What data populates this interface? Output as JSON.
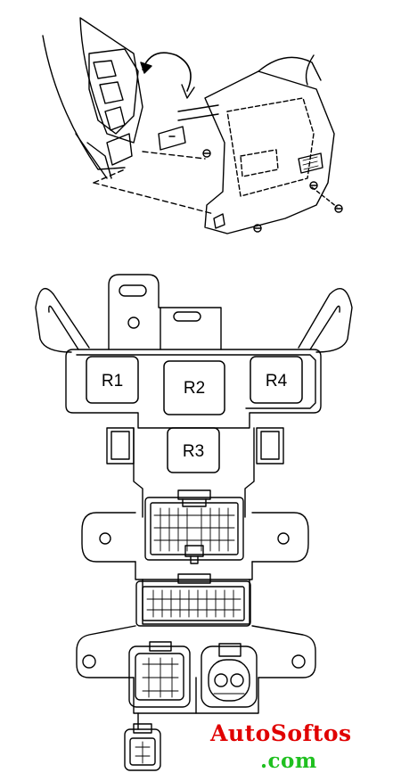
{
  "relays": [
    {
      "id": "r1",
      "label": "R1"
    },
    {
      "id": "r2",
      "label": "R2"
    },
    {
      "id": "r4",
      "label": "R4"
    },
    {
      "id": "r3",
      "label": "R3"
    }
  ],
  "watermark": {
    "line1": "AutoSoftos",
    "line2": ".com",
    "color_line1": "#e00000",
    "color_line2": "#1fc01f"
  }
}
